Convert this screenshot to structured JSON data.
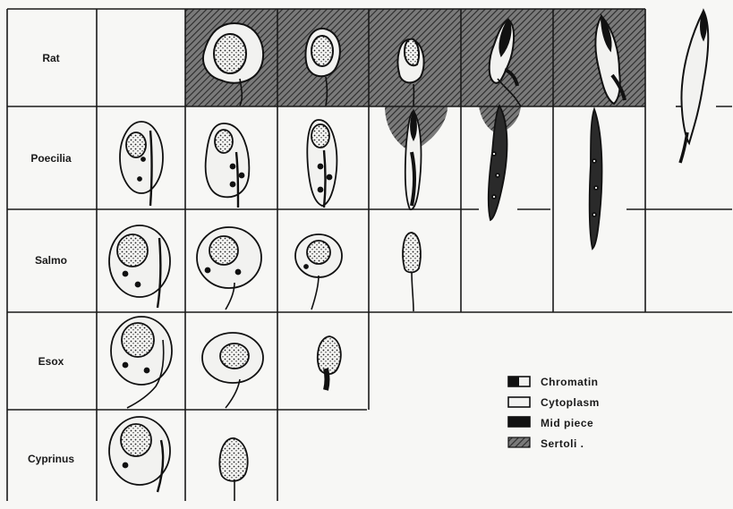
{
  "rows": [
    {
      "label": "Rat"
    },
    {
      "label": "Poecilia"
    },
    {
      "label": "Salmo"
    },
    {
      "label": "Esox"
    },
    {
      "label": "Cyprinus"
    }
  ],
  "legend": [
    {
      "label": "Chromatin",
      "swatch": "chromatin"
    },
    {
      "label": "Cytoplasm",
      "swatch": "cytoplasm"
    },
    {
      "label": "Mid piece",
      "swatch": "mid-piece"
    },
    {
      "label": "Sertoli .",
      "swatch": "sertoli"
    }
  ],
  "colors": {
    "ink": "#1a1a1a",
    "paper": "#f7f7f5",
    "shade": "#6b6b6b"
  }
}
